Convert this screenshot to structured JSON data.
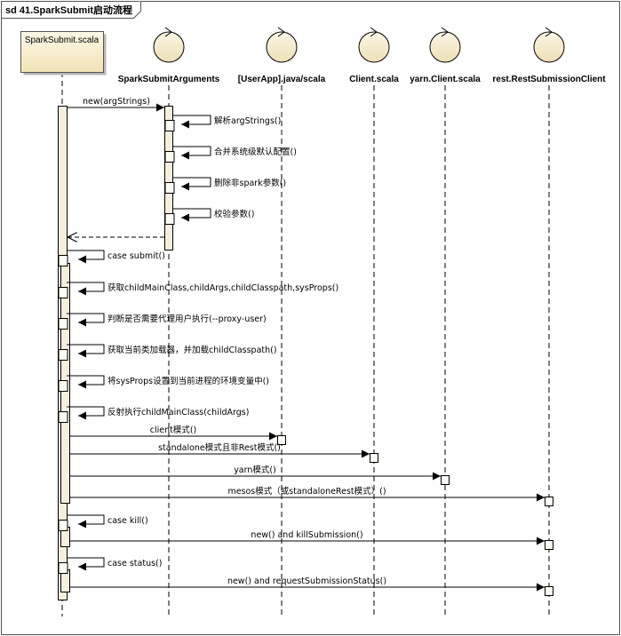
{
  "frame": {
    "title": "sd 41.SparkSubmit启动流程"
  },
  "participants": [
    {
      "id": "p0",
      "kind": "class",
      "label": "SparkSubmit.scala"
    },
    {
      "id": "p1",
      "kind": "control",
      "label": "SparkSubmitArguments"
    },
    {
      "id": "p2",
      "kind": "control",
      "label": "[UserApp].java/scala"
    },
    {
      "id": "p3",
      "kind": "control",
      "label": "Client.scala"
    },
    {
      "id": "p4",
      "kind": "control",
      "label": "yarn.Client.scala"
    },
    {
      "id": "p5",
      "kind": "control",
      "label": "rest.RestSubmissionClient"
    }
  ],
  "messages": [
    {
      "id": "m0",
      "type": "call",
      "from": "p0",
      "to": "p1",
      "label": "new(argStrings)"
    },
    {
      "id": "m1",
      "type": "self",
      "on": "p1",
      "label": "解析argStrings()"
    },
    {
      "id": "m2",
      "type": "self",
      "on": "p1",
      "label": "合并系统级默认配置()"
    },
    {
      "id": "m3",
      "type": "self",
      "on": "p1",
      "label": "删除非spark参数()"
    },
    {
      "id": "m4",
      "type": "self",
      "on": "p1",
      "label": "校验参数()"
    },
    {
      "id": "m5",
      "type": "return",
      "from": "p1",
      "to": "p0",
      "label": ""
    },
    {
      "id": "m6",
      "type": "self",
      "on": "p0",
      "label": "case submit()"
    },
    {
      "id": "m7",
      "type": "self",
      "on": "p0",
      "label": "获取childMainClass,childArgs,childClasspath,sysProps()"
    },
    {
      "id": "m8",
      "type": "self",
      "on": "p0",
      "label": "判断是否需要代理用户执行(--proxy-user)"
    },
    {
      "id": "m9",
      "type": "self",
      "on": "p0",
      "label": "获取当前类加载器，并加载childClasspath()"
    },
    {
      "id": "m10",
      "type": "self",
      "on": "p0",
      "label": "将sysProps设置到当前进程的环境变量中()"
    },
    {
      "id": "m11",
      "type": "self",
      "on": "p0",
      "label": "反射执行childMainClass(childArgs)"
    },
    {
      "id": "m12",
      "type": "call",
      "from": "p0",
      "to": "p2",
      "label": "client模式()"
    },
    {
      "id": "m13",
      "type": "call",
      "from": "p0",
      "to": "p3",
      "label": "standalone模式且非Rest模式()"
    },
    {
      "id": "m14",
      "type": "call",
      "from": "p0",
      "to": "p4",
      "label": "yarn模式()"
    },
    {
      "id": "m15",
      "type": "call",
      "from": "p0",
      "to": "p5",
      "label": "mesos模式（或standaloneRest模式）()"
    },
    {
      "id": "m16",
      "type": "self",
      "on": "p0",
      "label": "case kill()"
    },
    {
      "id": "m17",
      "type": "call",
      "from": "p0",
      "to": "p5",
      "label": "new() and killSubmission()"
    },
    {
      "id": "m18",
      "type": "self",
      "on": "p0",
      "label": "case status()"
    },
    {
      "id": "m19",
      "type": "call",
      "from": "p0",
      "to": "p5",
      "label": "new() and requestSubmissionStatus()"
    }
  ]
}
